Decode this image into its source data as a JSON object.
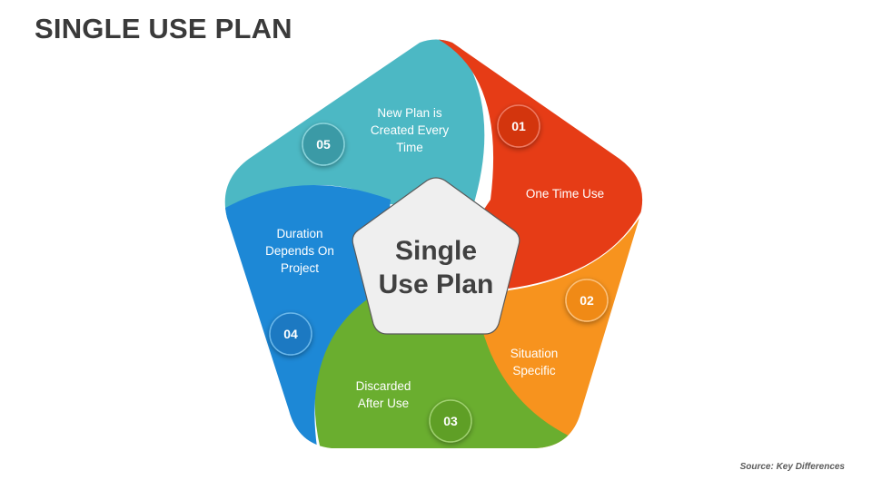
{
  "title": "SINGLE USE PLAN",
  "center": {
    "line1": "Single",
    "line2": "Use Plan"
  },
  "segments": [
    {
      "number": "01",
      "lines": [
        "One Time Use"
      ],
      "color": "#e63c16"
    },
    {
      "number": "02",
      "lines": [
        "Situation",
        "Specific"
      ],
      "color": "#f7931e"
    },
    {
      "number": "03",
      "lines": [
        "Discarded",
        "After Use"
      ],
      "color": "#6aae2f"
    },
    {
      "number": "04",
      "lines": [
        "Duration",
        "Depends On",
        "Project"
      ],
      "color": "#1d88d6"
    },
    {
      "number": "05",
      "lines": [
        "New Plan is",
        "Created Every",
        "Time"
      ],
      "color": "#4cb8c4"
    }
  ],
  "source": "Source: Key Differences"
}
